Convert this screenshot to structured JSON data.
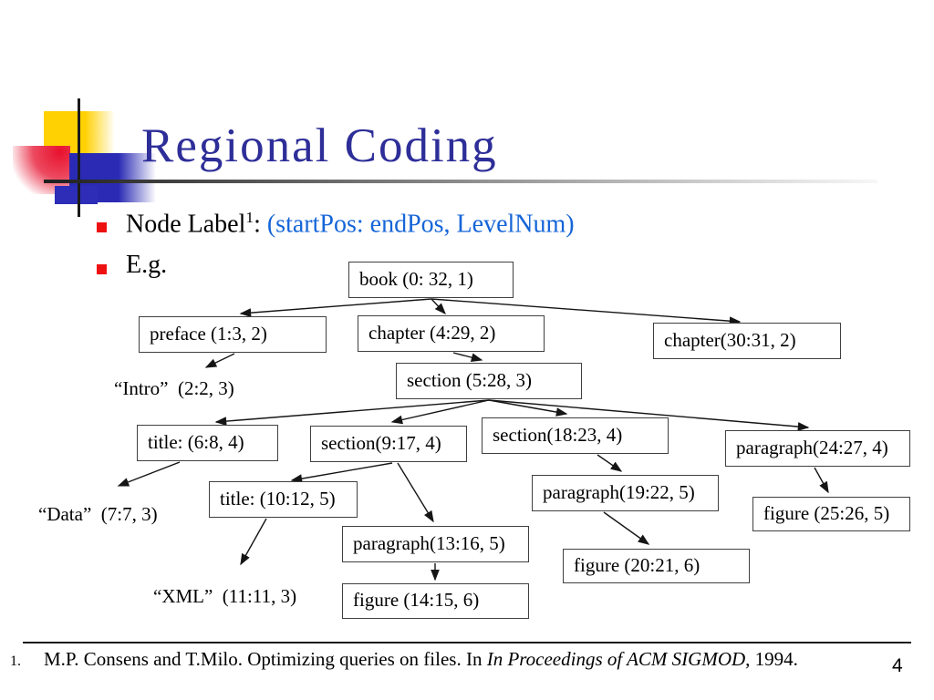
{
  "slide": {
    "title": "Regional Coding",
    "page_number": "4"
  },
  "bullets": {
    "item1": {
      "text": "Node Label",
      "superscript": "1",
      "colon": ": ",
      "highlight": "(startPos: endPos, LevelNum)"
    },
    "item2": {
      "text": "E.g."
    }
  },
  "tree": {
    "nodes": [
      {
        "id": "book",
        "label": "book (0: 32, 1)",
        "boxed": true
      },
      {
        "id": "preface",
        "label": "preface (1:3, 2)",
        "boxed": true
      },
      {
        "id": "chapter",
        "label": "chapter (4:29, 2)",
        "boxed": true
      },
      {
        "id": "chapter2",
        "label": "chapter(30:31, 2)",
        "boxed": true
      },
      {
        "id": "intro",
        "label": "“Intro”  (2:2, 3)",
        "boxed": false
      },
      {
        "id": "section5",
        "label": "section (5:28, 3)",
        "boxed": true
      },
      {
        "id": "title6",
        "label": "title: (6:8, 4)",
        "boxed": true
      },
      {
        "id": "section9",
        "label": "section(9:17, 4)",
        "boxed": true
      },
      {
        "id": "section18",
        "label": "section(18:23, 4)",
        "boxed": true
      },
      {
        "id": "paragraph24",
        "label": "paragraph(24:27, 4)",
        "boxed": true
      },
      {
        "id": "data",
        "label": "“Data”  (7:7, 3)",
        "boxed": false
      },
      {
        "id": "title10",
        "label": "title: (10:12, 5)",
        "boxed": true
      },
      {
        "id": "paragraph19",
        "label": "paragraph(19:22, 5)",
        "boxed": true
      },
      {
        "id": "figure25",
        "label": "figure (25:26, 5)",
        "boxed": true
      },
      {
        "id": "paragraph13",
        "label": "paragraph(13:16, 5)",
        "boxed": true
      },
      {
        "id": "figure20",
        "label": "figure (20:21, 6)",
        "boxed": true
      },
      {
        "id": "figure14",
        "label": "figure (14:15, 6)",
        "boxed": true
      },
      {
        "id": "xml",
        "label": "“XML”  (11:11, 3)",
        "boxed": false
      }
    ],
    "edges": [
      {
        "from": "book",
        "to": "preface"
      },
      {
        "from": "book",
        "to": "chapter"
      },
      {
        "from": "book",
        "to": "chapter2"
      },
      {
        "from": "preface",
        "to": "intro"
      },
      {
        "from": "chapter",
        "to": "section5"
      },
      {
        "from": "section5",
        "to": "title6"
      },
      {
        "from": "section5",
        "to": "section9"
      },
      {
        "from": "section5",
        "to": "section18"
      },
      {
        "from": "section5",
        "to": "paragraph24"
      },
      {
        "from": "title6",
        "to": "data"
      },
      {
        "from": "section9",
        "to": "title10"
      },
      {
        "from": "section9",
        "to": "paragraph13"
      },
      {
        "from": "title10",
        "to": "xml"
      },
      {
        "from": "paragraph13",
        "to": "figure14"
      },
      {
        "from": "section18",
        "to": "paragraph19"
      },
      {
        "from": "paragraph19",
        "to": "figure20"
      },
      {
        "from": "paragraph24",
        "to": "figure25"
      }
    ]
  },
  "footnote": {
    "marker": "1.",
    "lead": "M.P. Consens and T.Milo. Optimizing queries on files. In ",
    "italic": "In Proceedings of ACM SIGMOD",
    "tail": ", 1994."
  },
  "colors": {
    "title_blue": "#2e2e99",
    "bullet_red": "#ee1111",
    "highlight_blue": "#1565d8",
    "motif_yellow": "#ffd103",
    "motif_red": "#e8112d",
    "motif_blue": "#2a2ab5",
    "box_border": "#404040"
  }
}
